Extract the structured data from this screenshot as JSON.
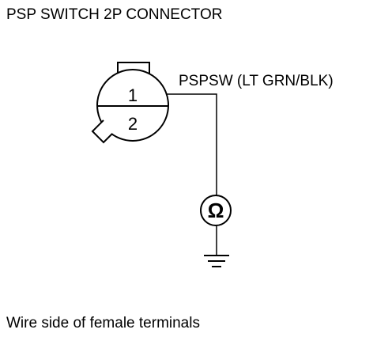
{
  "title": "PSP SWITCH 2P CONNECTOR",
  "connector": {
    "pin_top": "1",
    "pin_bottom": "2"
  },
  "wire_label": "PSPSW (LT GRN/BLK)",
  "ohmmeter_symbol": "Ω",
  "ground_icon": "ground-icon",
  "caption": "Wire side of female terminals",
  "colors": {
    "line": "#000000",
    "background": "#ffffff"
  }
}
